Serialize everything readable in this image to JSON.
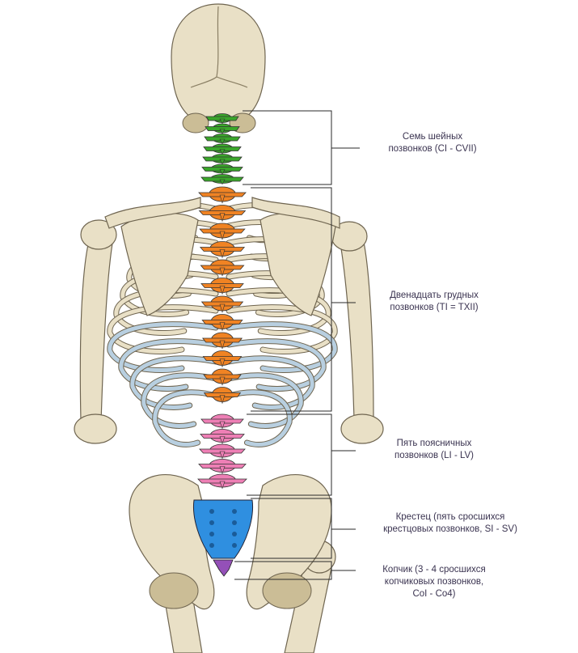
{
  "colors": {
    "bone": "#e9e0c6",
    "bone_shade": "#cbbd96",
    "outline": "#6f6550",
    "cartilage": "#b8cfe0",
    "cervical": "#3aa62a",
    "thoracic": "#f08323",
    "lumbar": "#ee7fb5",
    "sacrum": "#2f8fe0",
    "coccyx": "#9450b8",
    "leader_line": "#2a2a2a",
    "label_text": "#3a3350"
  },
  "icons": {
    "skeleton": "skeleton-back-view-icon"
  },
  "labels": [
    {
      "id": "cervical",
      "line1": "Семь шейных",
      "line2": "позвонков (CI - CVII)",
      "line3": ""
    },
    {
      "id": "thoracic",
      "line1": "Двенадцать грудных",
      "line2": "позвонков (TI = TXII)",
      "line3": ""
    },
    {
      "id": "lumbar",
      "line1": "Пять поясничных",
      "line2": "позвонков (LI - LV)",
      "line3": ""
    },
    {
      "id": "sacrum",
      "line1": "Крестец (пять сросшихся",
      "line2": "крестцовых позвонков, SI - SV)",
      "line3": ""
    },
    {
      "id": "coccyx",
      "line1": "Копчик (3 - 4 сросшихся",
      "line2": "копчиковых позвонков,",
      "line3": "CoI - Co4)"
    }
  ]
}
